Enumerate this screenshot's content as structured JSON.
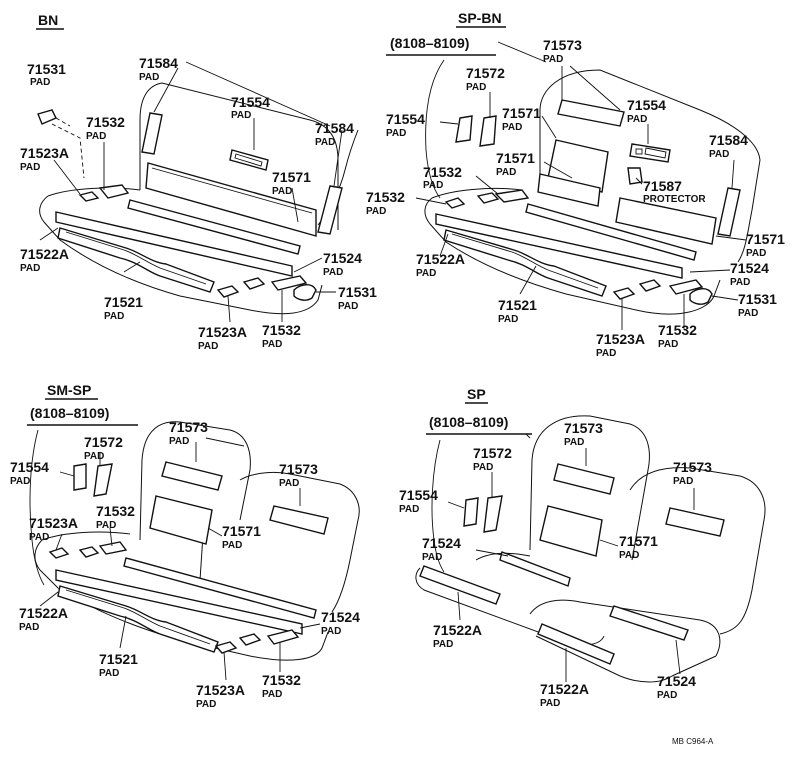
{
  "figure_code": "MB C964-A",
  "panels": {
    "bn": {
      "title": "BN",
      "parts": [
        {
          "num": "71531",
          "lbl": "PAD"
        },
        {
          "num": "71584",
          "lbl": "PAD"
        },
        {
          "num": "71554",
          "lbl": "PAD"
        },
        {
          "num": "71584",
          "lbl": "PAD"
        },
        {
          "num": "71532",
          "lbl": "PAD"
        },
        {
          "num": "71523A",
          "lbl": "PAD"
        },
        {
          "num": "71571",
          "lbl": "PAD"
        },
        {
          "num": "71522A",
          "lbl": "PAD"
        },
        {
          "num": "71524",
          "lbl": "PAD"
        },
        {
          "num": "71531",
          "lbl": "PAD"
        },
        {
          "num": "71521",
          "lbl": "PAD"
        },
        {
          "num": "71523A",
          "lbl": "PAD"
        },
        {
          "num": "71532",
          "lbl": "PAD"
        }
      ]
    },
    "sp_bn": {
      "title": "SP-BN",
      "subtitle": "(8108–8109)",
      "parts": [
        {
          "num": "71573",
          "lbl": "PAD"
        },
        {
          "num": "71572",
          "lbl": "PAD"
        },
        {
          "num": "71554",
          "lbl": "PAD"
        },
        {
          "num": "71571",
          "lbl": "PAD"
        },
        {
          "num": "71554",
          "lbl": "PAD"
        },
        {
          "num": "71584",
          "lbl": "PAD"
        },
        {
          "num": "71571",
          "lbl": "PAD"
        },
        {
          "num": "71587",
          "lbl": "PROTECTOR"
        },
        {
          "num": "71532",
          "lbl": "PAD"
        },
        {
          "num": "71532",
          "lbl": "PAD"
        },
        {
          "num": "71571",
          "lbl": "PAD"
        },
        {
          "num": "71522A",
          "lbl": "PAD"
        },
        {
          "num": "71524",
          "lbl": "PAD"
        },
        {
          "num": "71521",
          "lbl": "PAD"
        },
        {
          "num": "71531",
          "lbl": "PAD"
        },
        {
          "num": "71532",
          "lbl": "PAD"
        },
        {
          "num": "71523A",
          "lbl": "PAD"
        }
      ]
    },
    "sm_sp": {
      "title": "SM-SP",
      "subtitle": "(8108–8109)",
      "parts": [
        {
          "num": "71573",
          "lbl": "PAD"
        },
        {
          "num": "71572",
          "lbl": "PAD"
        },
        {
          "num": "71554",
          "lbl": "PAD"
        },
        {
          "num": "71573",
          "lbl": "PAD"
        },
        {
          "num": "71532",
          "lbl": "PAD"
        },
        {
          "num": "71523A",
          "lbl": "PAD"
        },
        {
          "num": "71571",
          "lbl": "PAD"
        },
        {
          "num": "71522A",
          "lbl": "PAD"
        },
        {
          "num": "71524",
          "lbl": "PAD"
        },
        {
          "num": "71521",
          "lbl": "PAD"
        },
        {
          "num": "71523A",
          "lbl": "PAD"
        },
        {
          "num": "71532",
          "lbl": "PAD"
        }
      ]
    },
    "sp": {
      "title": "SP",
      "subtitle": "(8108–8109)",
      "parts": [
        {
          "num": "71573",
          "lbl": "PAD"
        },
        {
          "num": "71572",
          "lbl": "PAD"
        },
        {
          "num": "71573",
          "lbl": "PAD"
        },
        {
          "num": "71554",
          "lbl": "PAD"
        },
        {
          "num": "71524",
          "lbl": "PAD"
        },
        {
          "num": "71571",
          "lbl": "PAD"
        },
        {
          "num": "71522A",
          "lbl": "PAD"
        },
        {
          "num": "71522A",
          "lbl": "PAD"
        },
        {
          "num": "71524",
          "lbl": "PAD"
        }
      ]
    }
  }
}
